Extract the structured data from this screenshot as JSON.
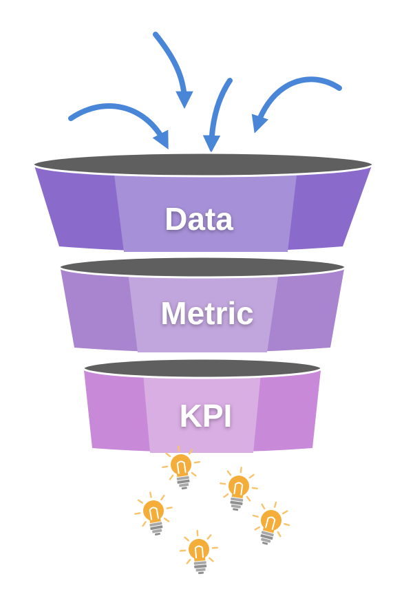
{
  "funnel": {
    "tiers": [
      {
        "label": "Data"
      },
      {
        "label": "Metric"
      },
      {
        "label": "KPI"
      }
    ]
  },
  "colors": {
    "arrow": "#4a86d8",
    "rim": "#5f5f5f",
    "rim_edge": "#ffffff",
    "data_outer": "#8a6bcb",
    "data_inner": "#a690d8",
    "metric_outer": "#a984cf",
    "metric_inner": "#c1a5dd",
    "kpi_outer": "#c88ad8",
    "kpi_inner": "#d9aee3",
    "bulb_glass": "#f5ad3a",
    "bulb_base": "#9e9e9e",
    "bulb_ray": "#f8c36a",
    "label_text": "#ffffff"
  },
  "icons": {
    "input_arrow": "curved-arrow-icon",
    "insight": "lightbulb-icon"
  }
}
